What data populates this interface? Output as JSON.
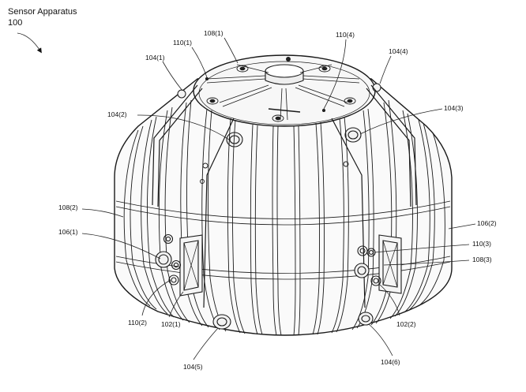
{
  "title": {
    "line1": "Sensor Apparatus",
    "line2": "100"
  },
  "labels": {
    "l_108_1": "108(1)",
    "l_110_1": "110(1)",
    "l_104_1": "104(1)",
    "l_110_4": "110(4)",
    "l_104_4": "104(4)",
    "l_104_2": "104(2)",
    "l_104_3": "104(3)",
    "l_108_2": "108(2)",
    "l_106_1": "106(1)",
    "l_106_2": "106(2)",
    "l_110_3": "110(3)",
    "l_108_3": "108(3)",
    "l_110_2": "110(2)",
    "l_102_1": "102(1)",
    "l_102_2": "102(2)",
    "l_104_5": "104(5)",
    "l_104_6": "104(6)"
  }
}
